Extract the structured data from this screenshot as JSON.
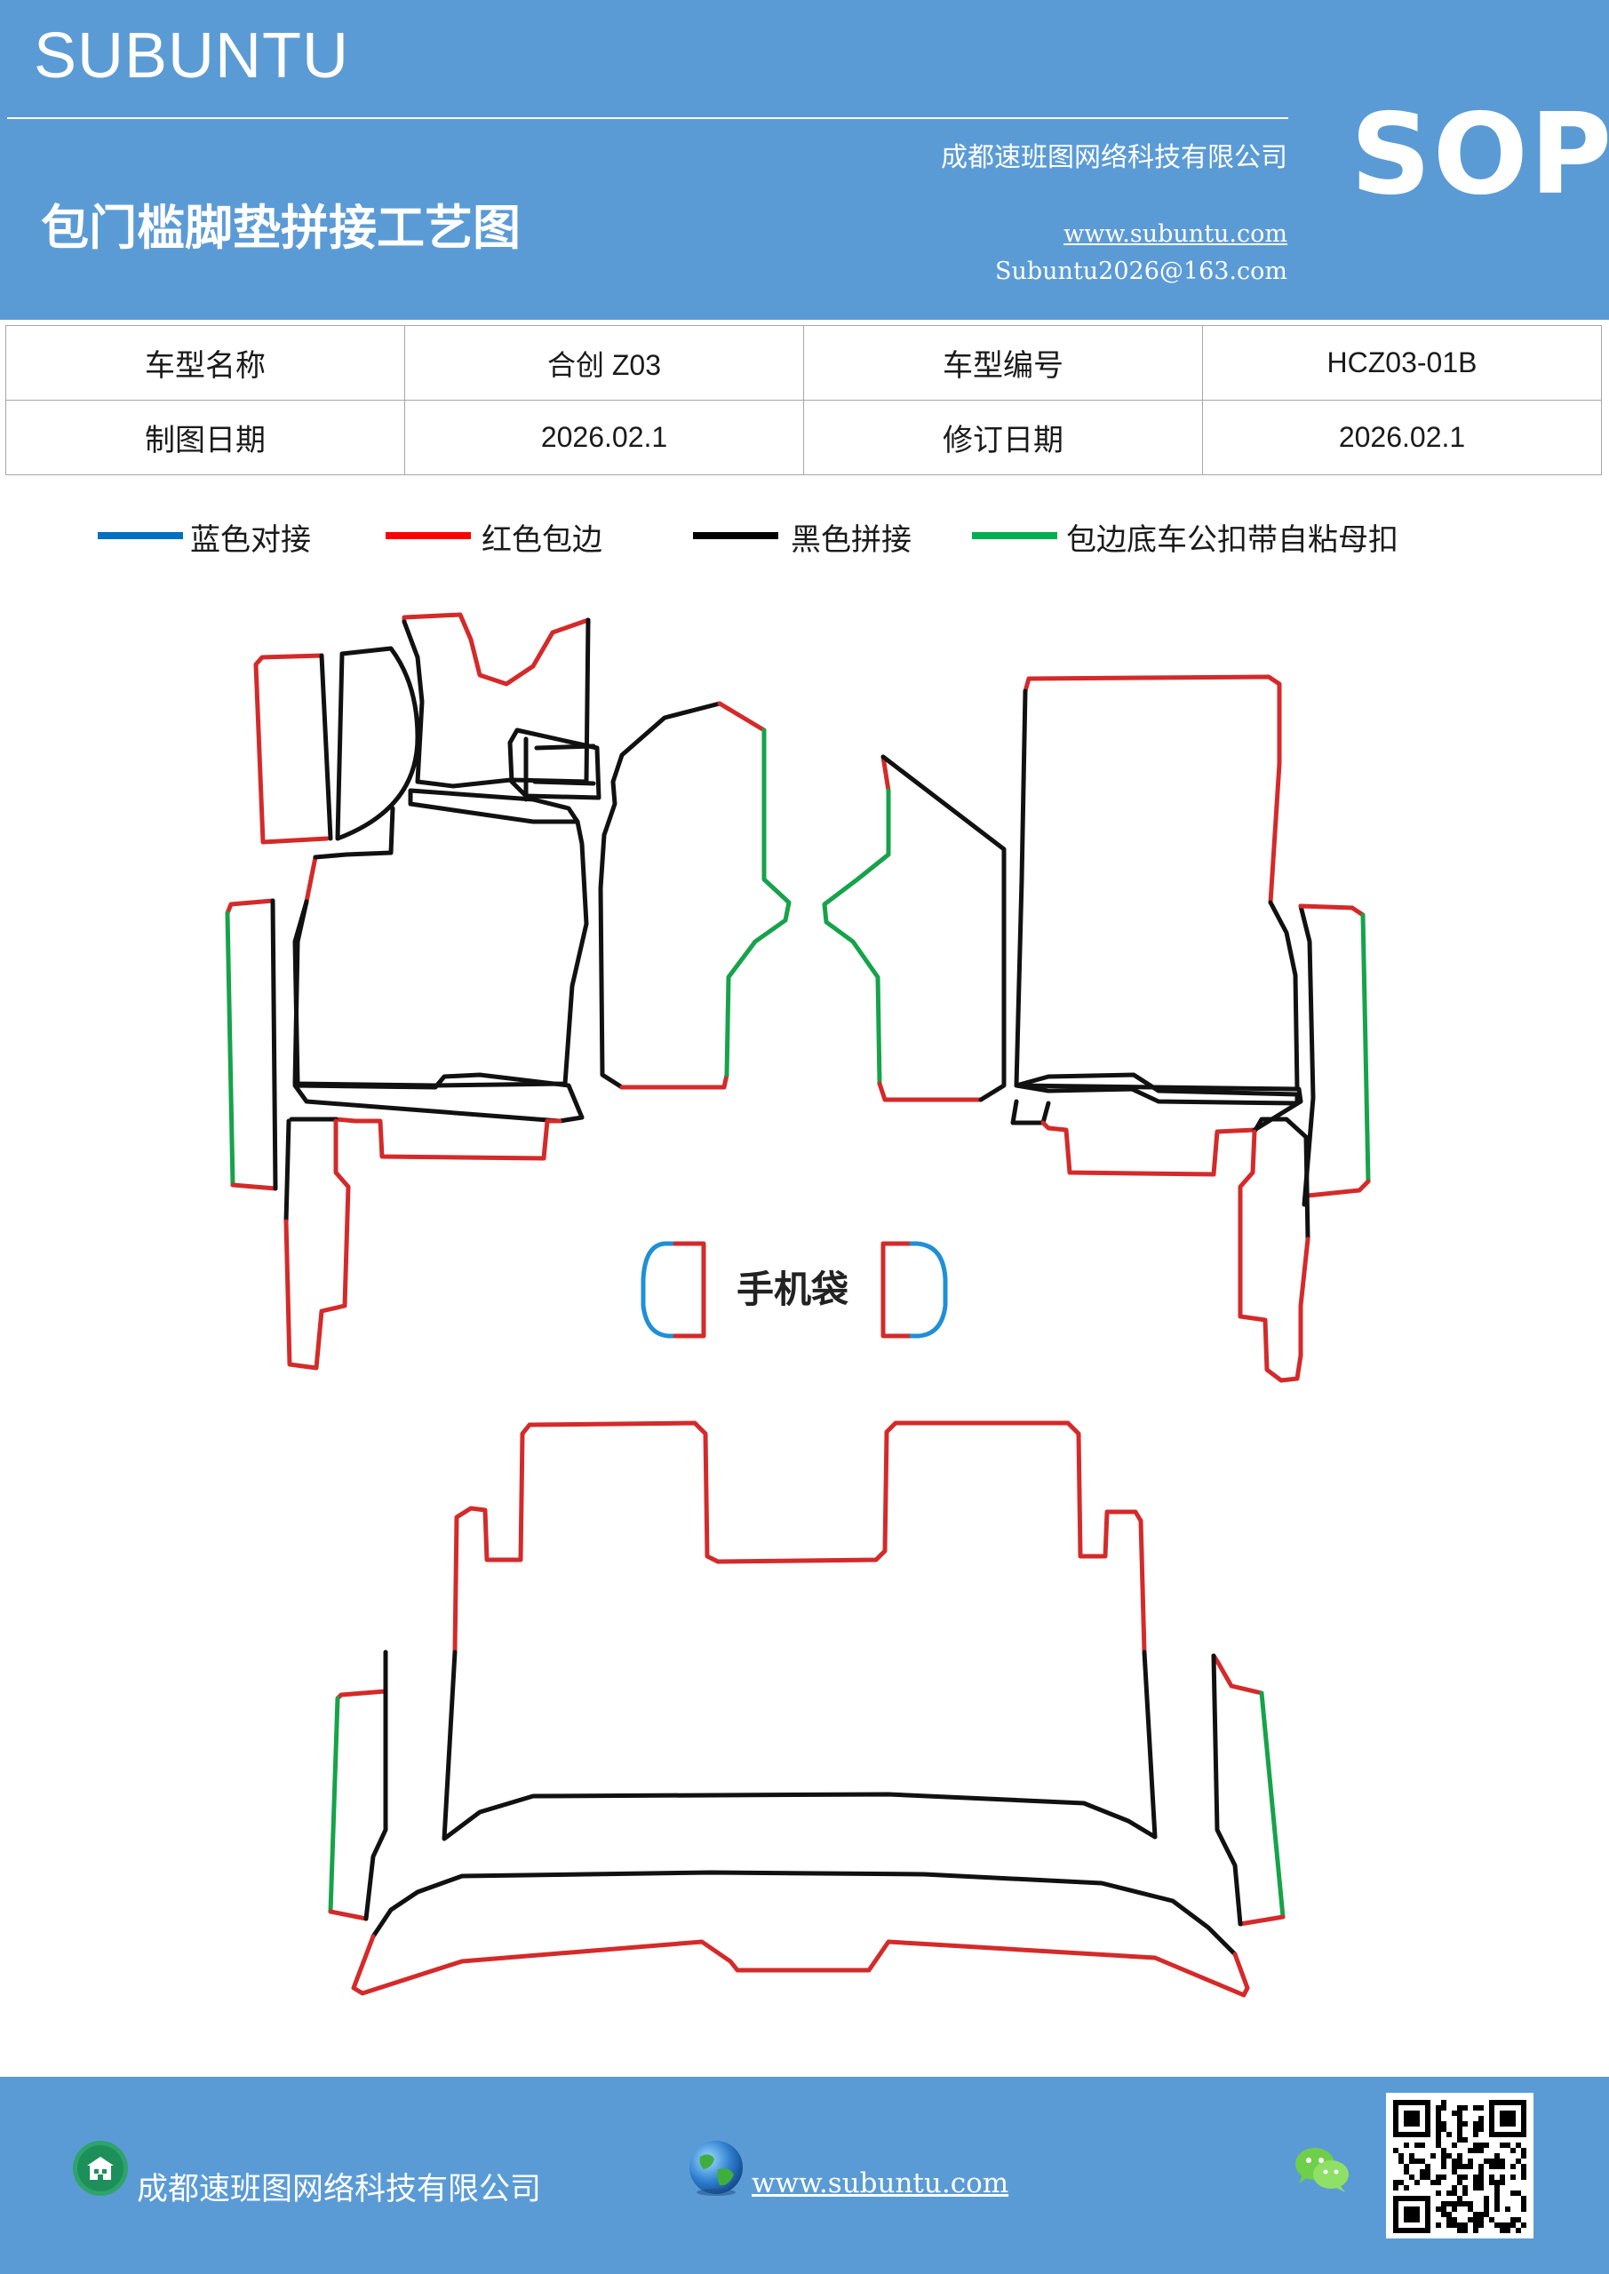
{
  "header": {
    "brand": "SUBUNTU",
    "title": "包门槛脚垫拼接工艺图",
    "company": "成都速班图网络科技有限公司",
    "website": "www.subuntu.com",
    "email": "Subuntu2026@163.com",
    "sop": "SOP"
  },
  "info_table": {
    "rows": [
      [
        {
          "label": "车型名称",
          "value": "合创 Z03"
        },
        {
          "label": "车型编号",
          "value": "HCZ03-01B"
        }
      ],
      [
        {
          "label": "制图日期",
          "value": "2026.02.1"
        },
        {
          "label": "修订日期",
          "value": "2026.02.1"
        }
      ]
    ]
  },
  "legend": {
    "items": [
      {
        "label": "蓝色对接",
        "color": "#0070c0"
      },
      {
        "label": "红色包边",
        "color": "#ff0000"
      },
      {
        "label": "黑色拼接",
        "color": "#000000"
      },
      {
        "label": "包边底车公扣带自粘母扣",
        "color": "#00b050"
      }
    ]
  },
  "diagram": {
    "pocket_label": "手机袋",
    "colors": {
      "blue": "#1f8fd6",
      "red": "#d42a2a",
      "black": "#111111",
      "green": "#16a34a"
    }
  },
  "footer": {
    "company": "成都速班图网络科技有限公司",
    "website": "www.subuntu.com"
  }
}
